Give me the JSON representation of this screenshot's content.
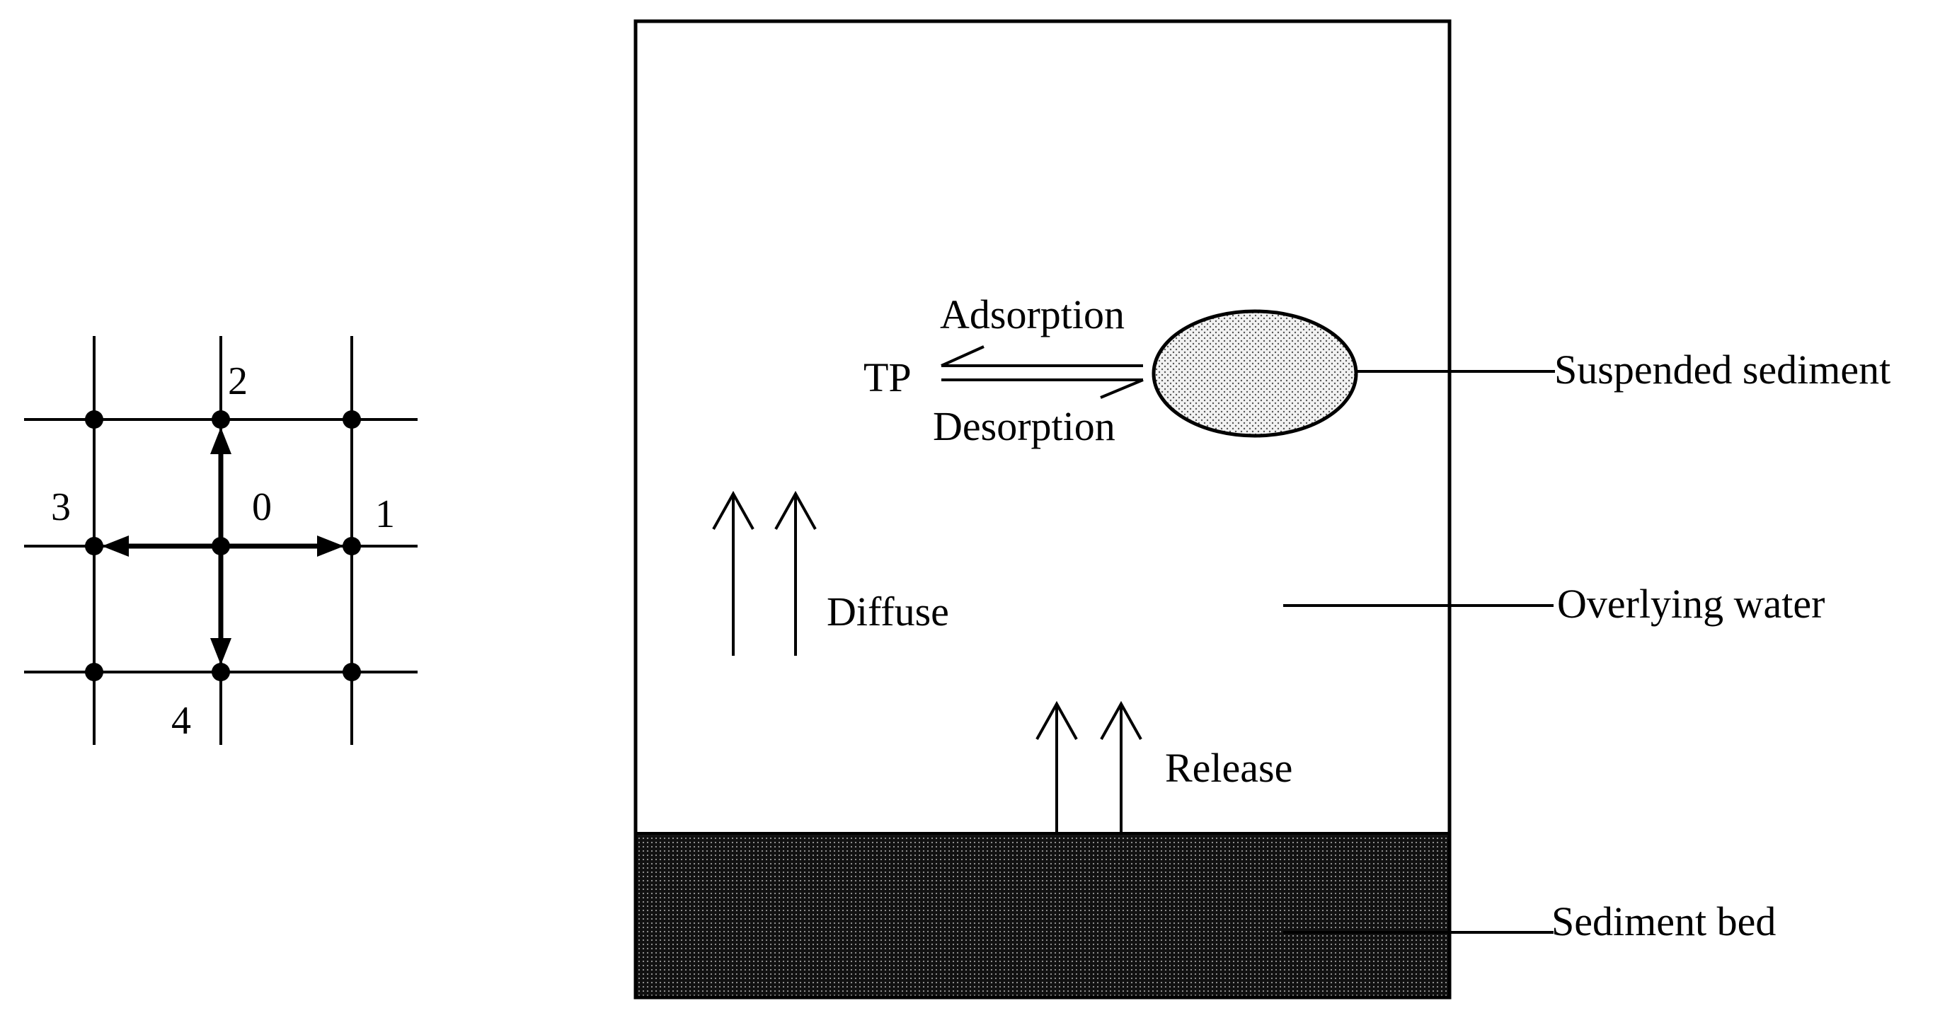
{
  "grid_stencil": {
    "node_labels": {
      "center": "0",
      "east": "1",
      "north": "2",
      "west": "3",
      "south": "4"
    }
  },
  "process_diagram": {
    "tp_label": "TP",
    "adsorption_label": "Adsorption",
    "desorption_label": "Desorption",
    "diffuse_label": "Diffuse",
    "release_label": "Release",
    "suspended_sediment_label": "Suspended sediment",
    "overlying_water_label": "Overlying water",
    "sediment_bed_label": "Sediment bed"
  },
  "colors": {
    "ink": "#000000",
    "sediment_fill": "#2b2b2b",
    "particle_fill": "#d9d9d9"
  }
}
